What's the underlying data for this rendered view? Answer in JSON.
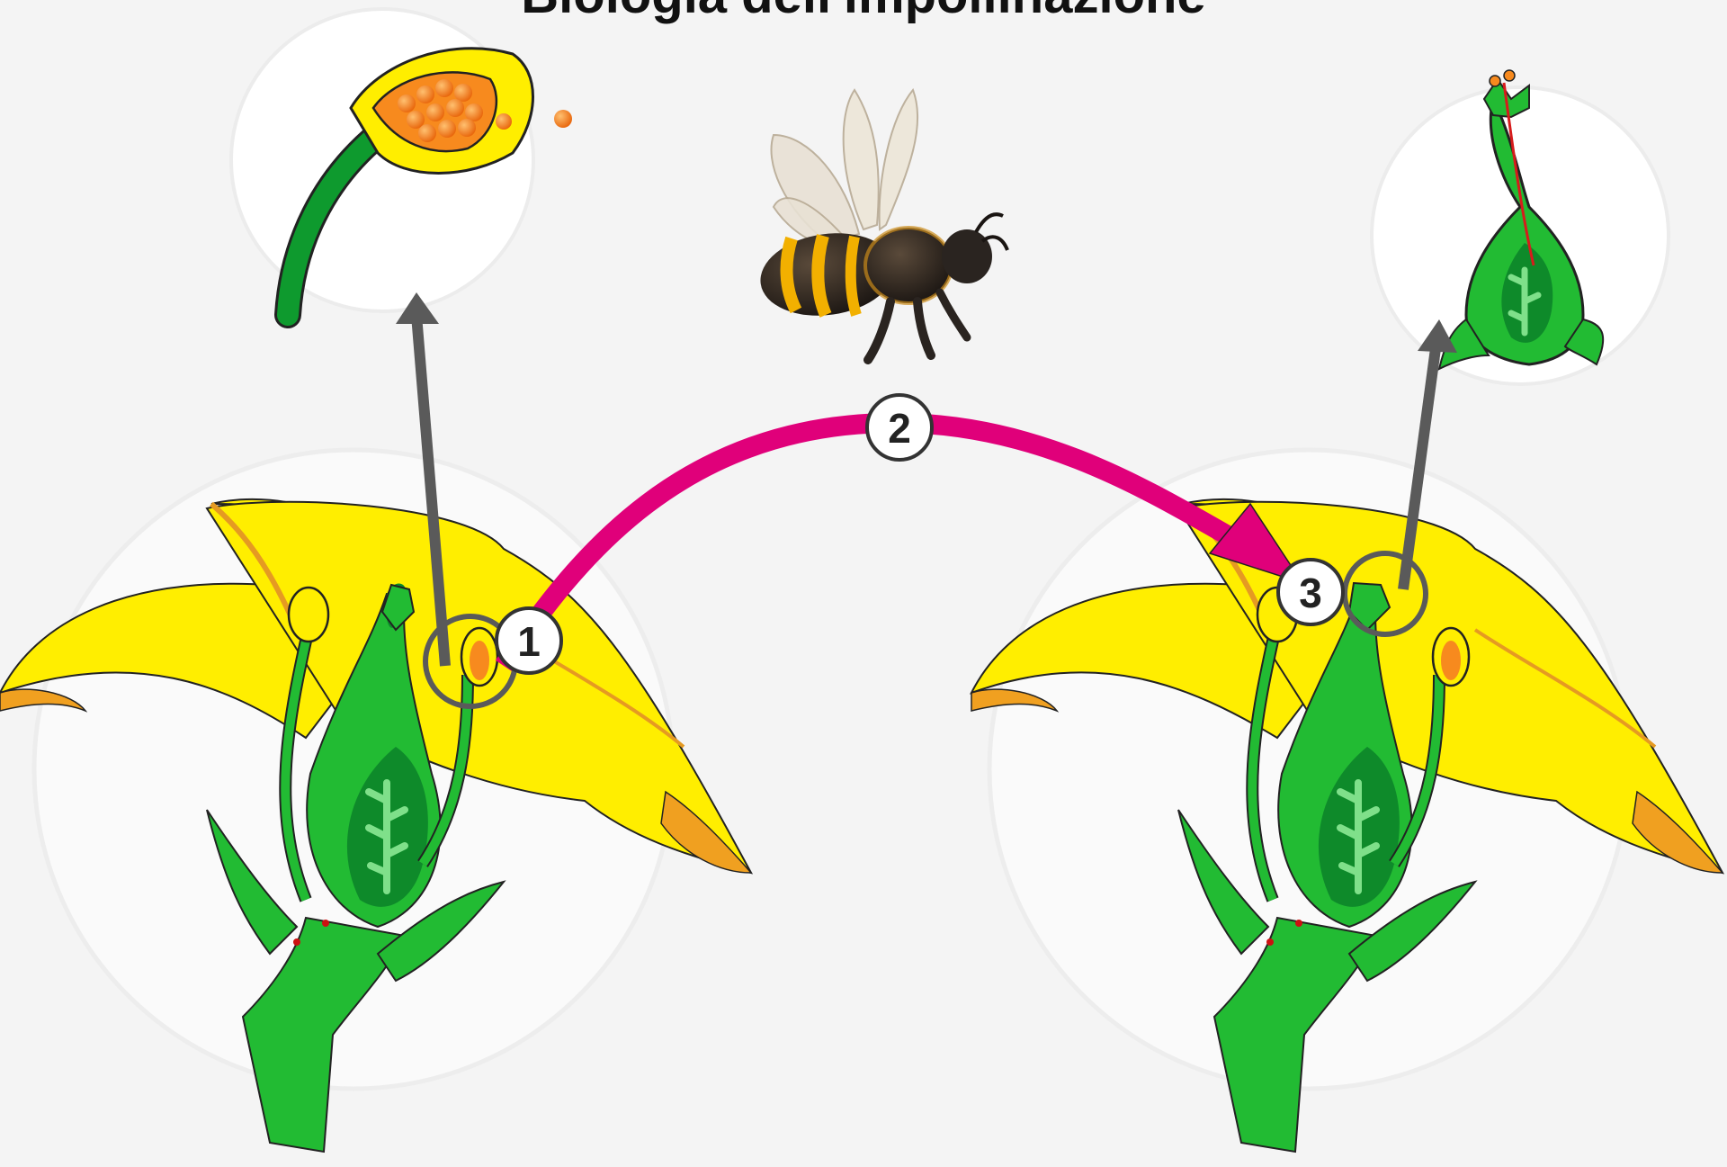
{
  "title": "Biologia dell'impollinazione",
  "steps": [
    {
      "number": "1"
    },
    {
      "number": "2"
    },
    {
      "number": "3"
    }
  ],
  "colors": {
    "background": "#f4f4f4",
    "petal": "#ffee00",
    "petal_tip": "#f0a020",
    "stem": "#22bb33",
    "stem_dark": "#0e8a2a",
    "pollen": "#f78a1e",
    "pollination_arrow": "#e0007a",
    "zoom_arrow": "#5a5a5a",
    "bee_stripe": "#f2b000"
  }
}
